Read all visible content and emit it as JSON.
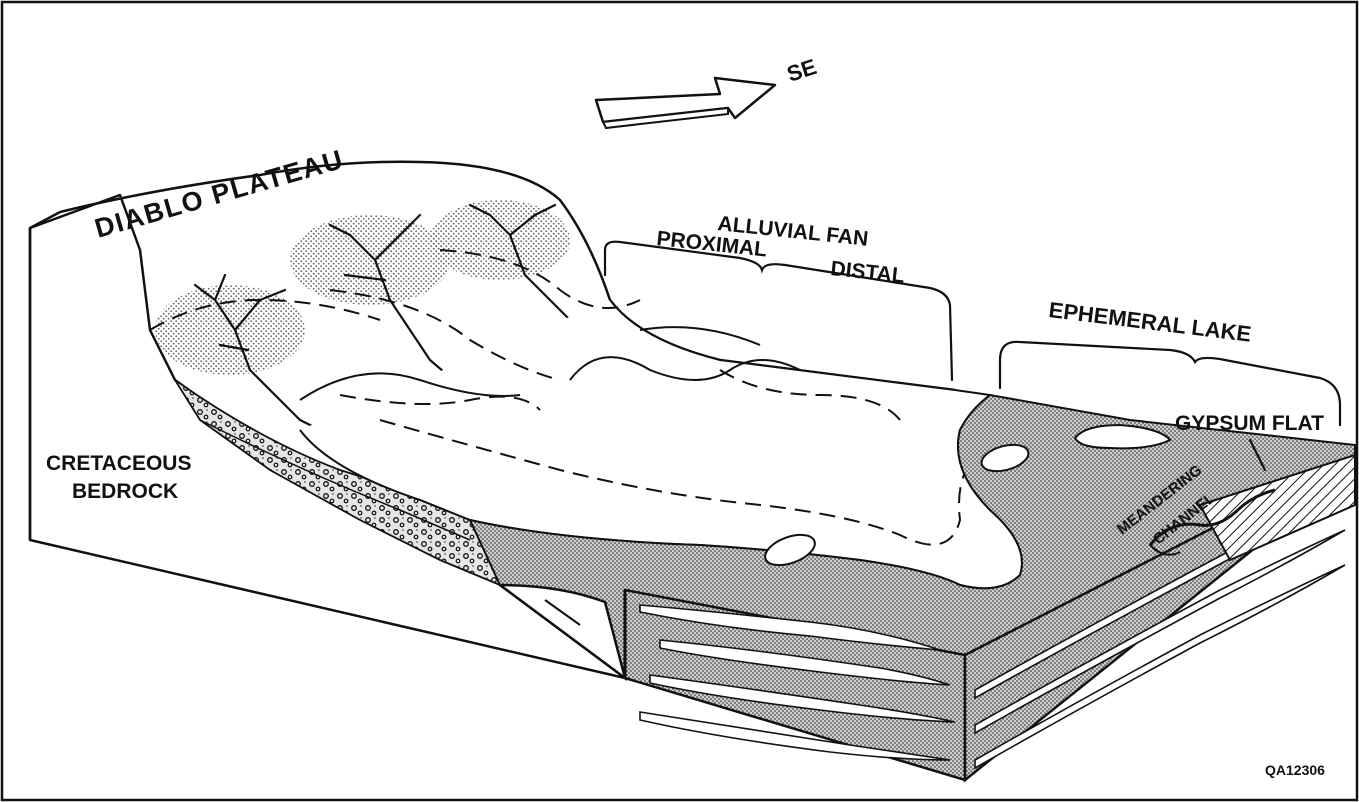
{
  "labels": {
    "direction": "SE",
    "plateau": "DIABLO PLATEAU",
    "alluvial_fan": "ALLUVIAL FAN",
    "proximal": "PROXIMAL",
    "distal": "DISTAL",
    "ephemeral_lake": "EPHEMERAL LAKE",
    "gypsum_flat": "GYPSUM FLAT",
    "bedrock_line1": "CRETACEOUS",
    "bedrock_line2": "BEDROCK",
    "meandering": "MEANDERING",
    "channel": "CHANNEL",
    "figure_id": "QA12306"
  }
}
